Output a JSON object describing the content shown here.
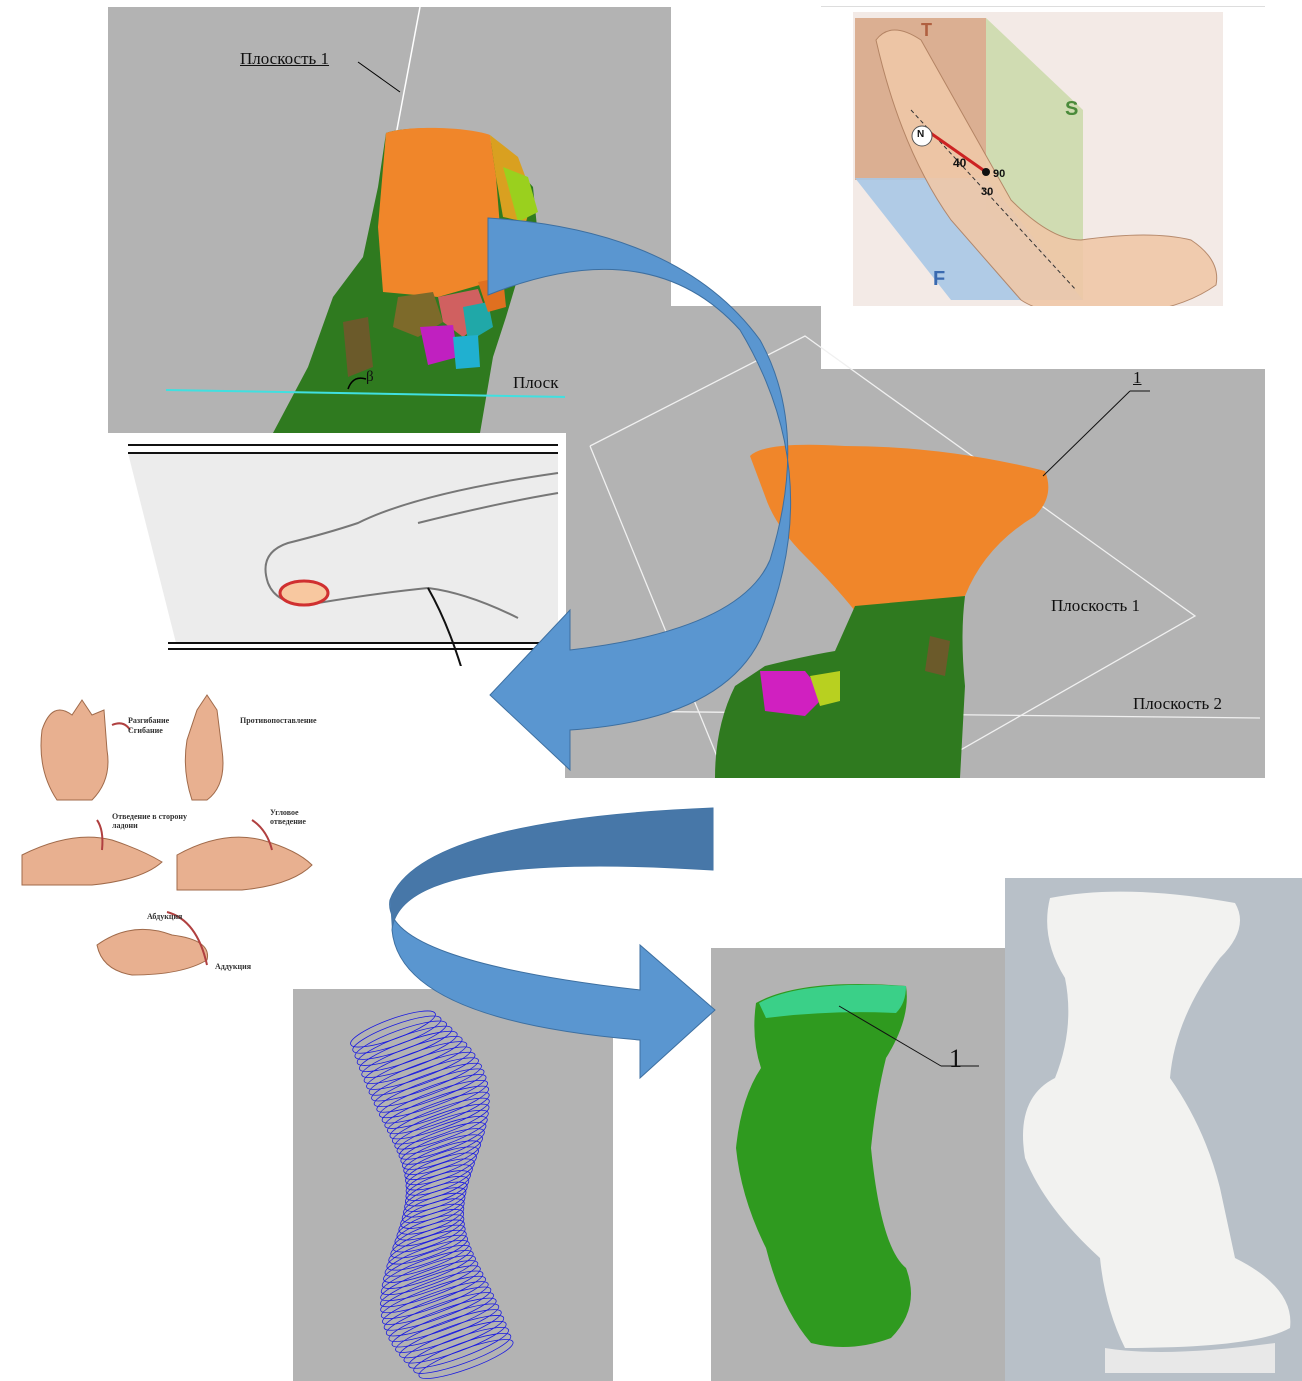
{
  "panel_a": {
    "plane1_label": "Плоскость 1",
    "plane2_label_partial": "Плоск",
    "angle_symbol": "β"
  },
  "panel_b": {
    "letter_t": "T",
    "letter_s": "S",
    "letter_f": "F",
    "letter_n": "N",
    "angle_40": "40",
    "angle_90": "90",
    "angle_30": "30"
  },
  "panel_c": {
    "label_1": "1",
    "plane1_label": "Плоскость 1",
    "plane2_label": "Плоскость 2"
  },
  "panel_e": {
    "extension": "Разгибание",
    "flexion": "Сгибание",
    "opposition": "Противопоставление",
    "abduction_palm": "Отведение в сторону ладони",
    "angular_abduction": "Угловое отведение",
    "abduction": "Абдукция",
    "adduction": "Аддукция"
  },
  "panel_g": {
    "label_1": "1"
  },
  "colors": {
    "bone_orange": "#f0862a",
    "bone_green": "#2f7a1f",
    "arrow_blue": "#5a96d0",
    "arrow_dark": "#4777a8",
    "wire_blue": "#1a1ae0",
    "bg_gray": "#b3b3b3"
  }
}
